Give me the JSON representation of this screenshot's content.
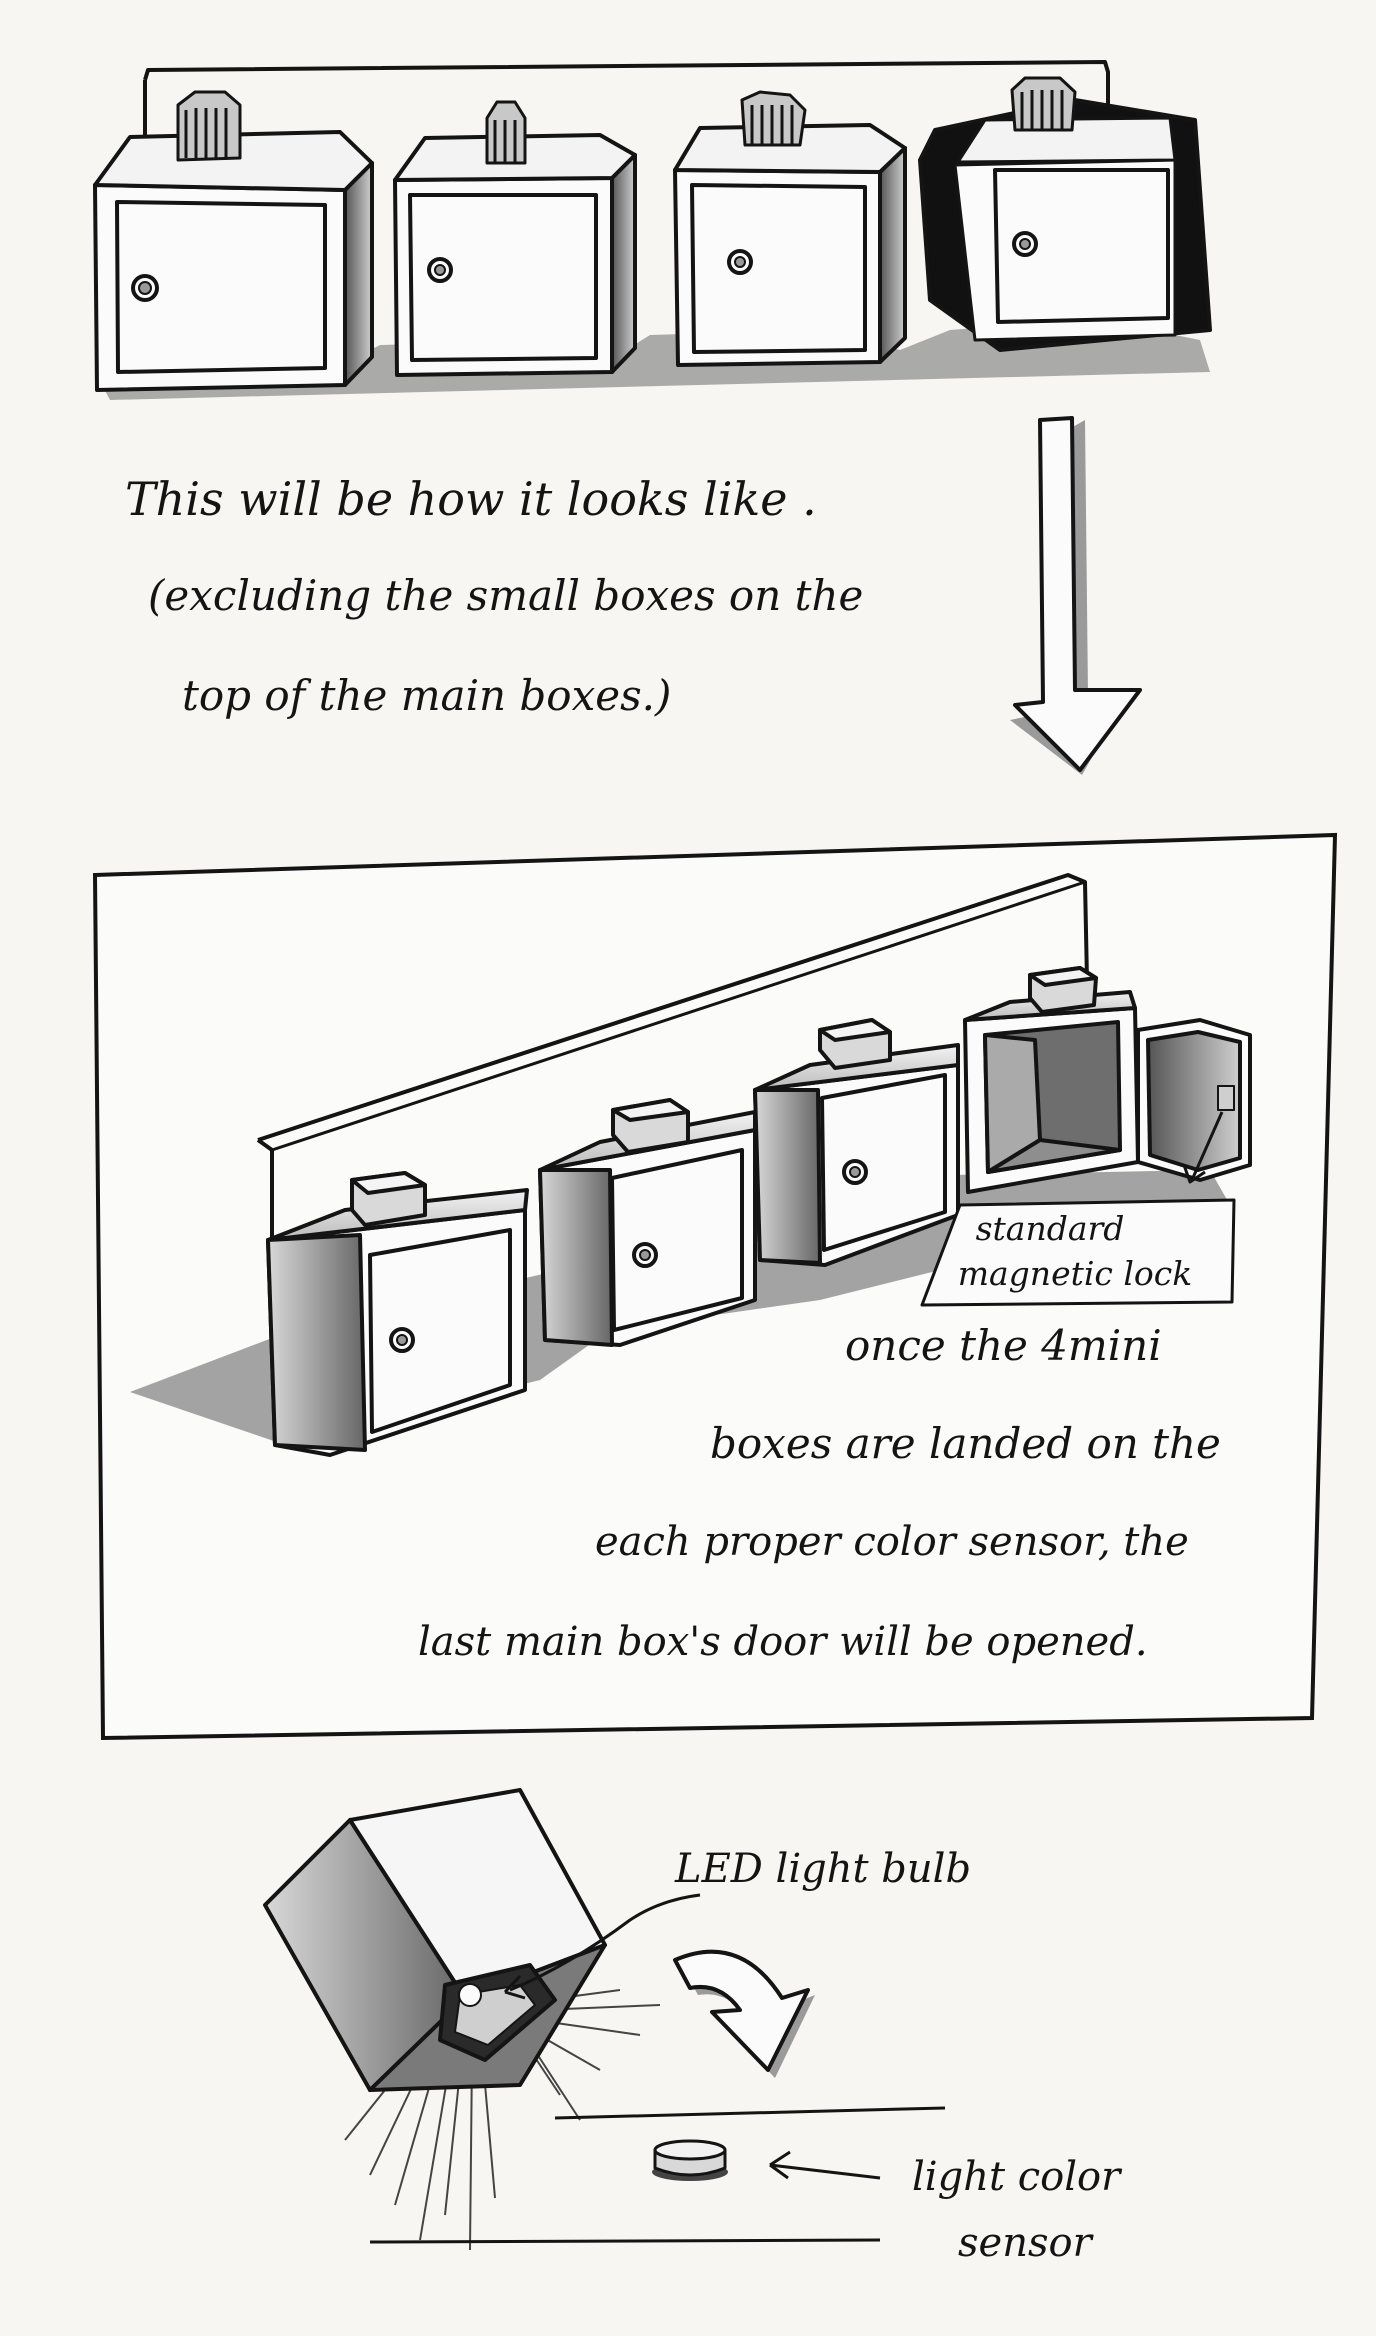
{
  "top_caption": {
    "line1": "This will be how it looks like .",
    "line2": "(excluding the small boxes on the",
    "line3": "top of the main boxes.)"
  },
  "middle_panel": {
    "lock_label_line1": "standard",
    "lock_label_line2": "magnetic lock",
    "caption_line1": "once the 4mini",
    "caption_line2": "boxes are landed on the",
    "caption_line3": "each proper color sensor, the",
    "caption_line4": "last main box's door will be opened."
  },
  "bottom_diagram": {
    "led_label": "LED light bulb",
    "sensor_label_line1": "light color",
    "sensor_label_line2": "sensor"
  },
  "colors": {
    "ink": "#141414",
    "paper": "#f7f6f2",
    "shadow": "#8a8a8a"
  },
  "icons": [
    "down-arrow-icon",
    "curved-arrow-icon",
    "pointer-arrow-icon"
  ]
}
